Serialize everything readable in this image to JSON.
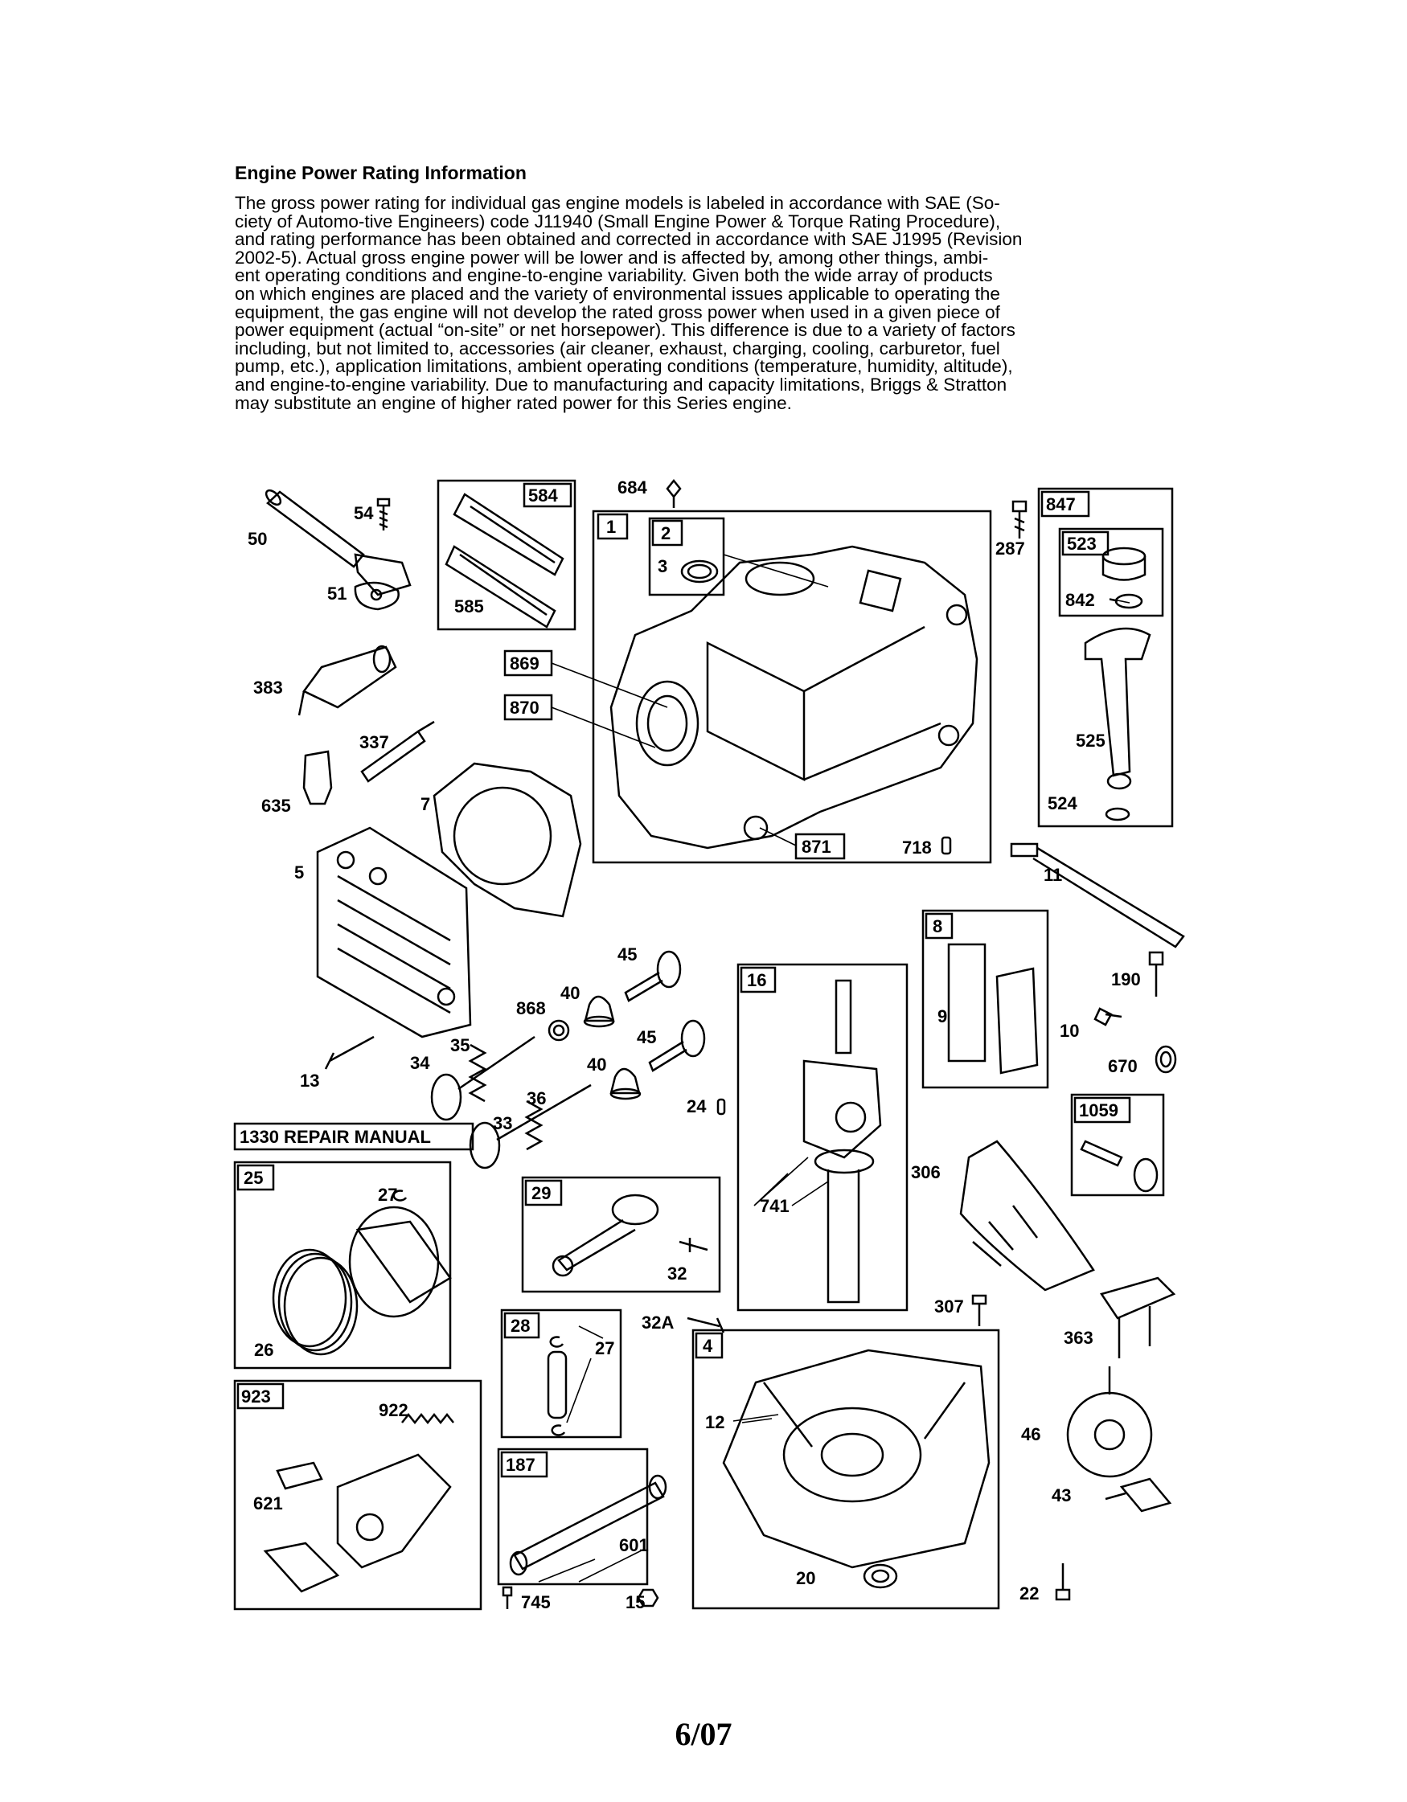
{
  "heading": "Engine Power Rating Information",
  "paragraph_lines": [
    "The gross power rating for individual gas engine models is labeled in accordance with SAE (So-",
    "ciety of Automo-tive Engineers) code J11940 (Small Engine Power & Torque Rating Procedure),",
    "and rating performance has been obtained and corrected in accordance with SAE J1995 (Revision",
    "2002-5).  Actual gross engine power will be lower and is affected by, among other things, ambi-",
    "ent operating conditions and engine-to-engine variability.  Given both the wide array of products",
    "on which engines are placed and the variety of environmental issues applicable to operating the",
    "equipment, the gas engine will not develop the rated gross power when used in a given piece of",
    "power equipment (actual “on-site” or net horsepower).  This difference is due to a variety of factors",
    "including, but not limited to, accessories (air cleaner, exhaust, charging, cooling, carburetor, fuel",
    "pump, etc.), application limitations, ambient operating conditions (temperature, humidity, altitude),",
    "and engine-to-engine variability.  Due to manufacturing and capacity limitations, Briggs & Stratton",
    "may substitute an engine of higher rated power for this Series engine."
  ],
  "boxed_labels": {
    "b584": "584",
    "b1": "1",
    "b2": "2",
    "b869": "869",
    "b870": "870",
    "b871": "871",
    "b847": "847",
    "b523": "523",
    "b8": "8",
    "b16": "16",
    "b1059": "1059",
    "b25": "25",
    "b29": "29",
    "b28": "28",
    "b4": "4",
    "b923": "923",
    "b187": "187",
    "manual": "1330 REPAIR MANUAL"
  },
  "part_labels": {
    "p54": "54",
    "p50": "50",
    "p51": "51",
    "p585": "585",
    "p684": "684",
    "p3": "3",
    "p287": "287",
    "p842": "842",
    "p383": "383",
    "p337": "337",
    "p635": "635",
    "p7": "7",
    "p525": "525",
    "p524": "524",
    "p5": "5",
    "p718": "718",
    "p11": "11",
    "p45a": "45",
    "p40a": "40",
    "p868": "868",
    "p45b": "45",
    "p40b": "40",
    "p190": "190",
    "p9": "9",
    "p10": "10",
    "p670": "670",
    "p13": "13",
    "p34": "34",
    "p35": "35",
    "p36": "36",
    "p33": "33",
    "p24": "24",
    "p27a": "27",
    "p306": "306",
    "p741": "741",
    "p26": "26",
    "p32": "32",
    "p307": "307",
    "p32a": "32A",
    "p363": "363",
    "p27b": "27",
    "p12": "12",
    "p922": "922",
    "p46": "46",
    "p621": "621",
    "p43": "43",
    "p601": "601",
    "p745": "745",
    "p15": "15",
    "p20": "20",
    "p22": "22"
  },
  "footer": "6/07"
}
